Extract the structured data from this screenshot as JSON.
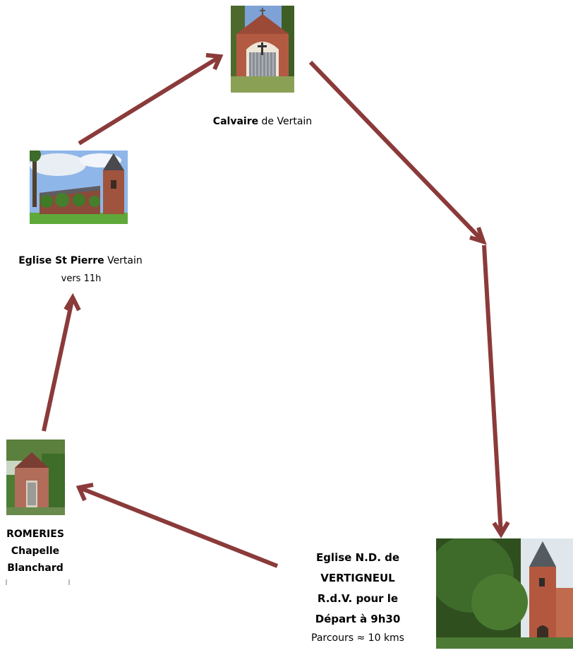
{
  "colors": {
    "arrow": "#8b3a3a"
  },
  "calvaire": {
    "bold": "Calvaire",
    "rest": " de Vertain",
    "image": "chapel-calvary-photo"
  },
  "st_pierre": {
    "bold": "Eglise St Pierre",
    "rest": " Vertain",
    "time": "vers 11h",
    "image": "church-st-pierre-photo"
  },
  "romeries": {
    "line1": "ROMERIES",
    "line2": "Chapelle",
    "line3": "Blanchard",
    "image": "chapel-blanchard-photo"
  },
  "vertigneul": {
    "line1": "Eglise N.D. de",
    "line2": "VERTIGNEUL",
    "line3": "R.d.V. pour le",
    "line4": "Départ à 9h30",
    "distance": "Parcours ≈ 10 kms",
    "image": "church-vertigneul-photo"
  }
}
